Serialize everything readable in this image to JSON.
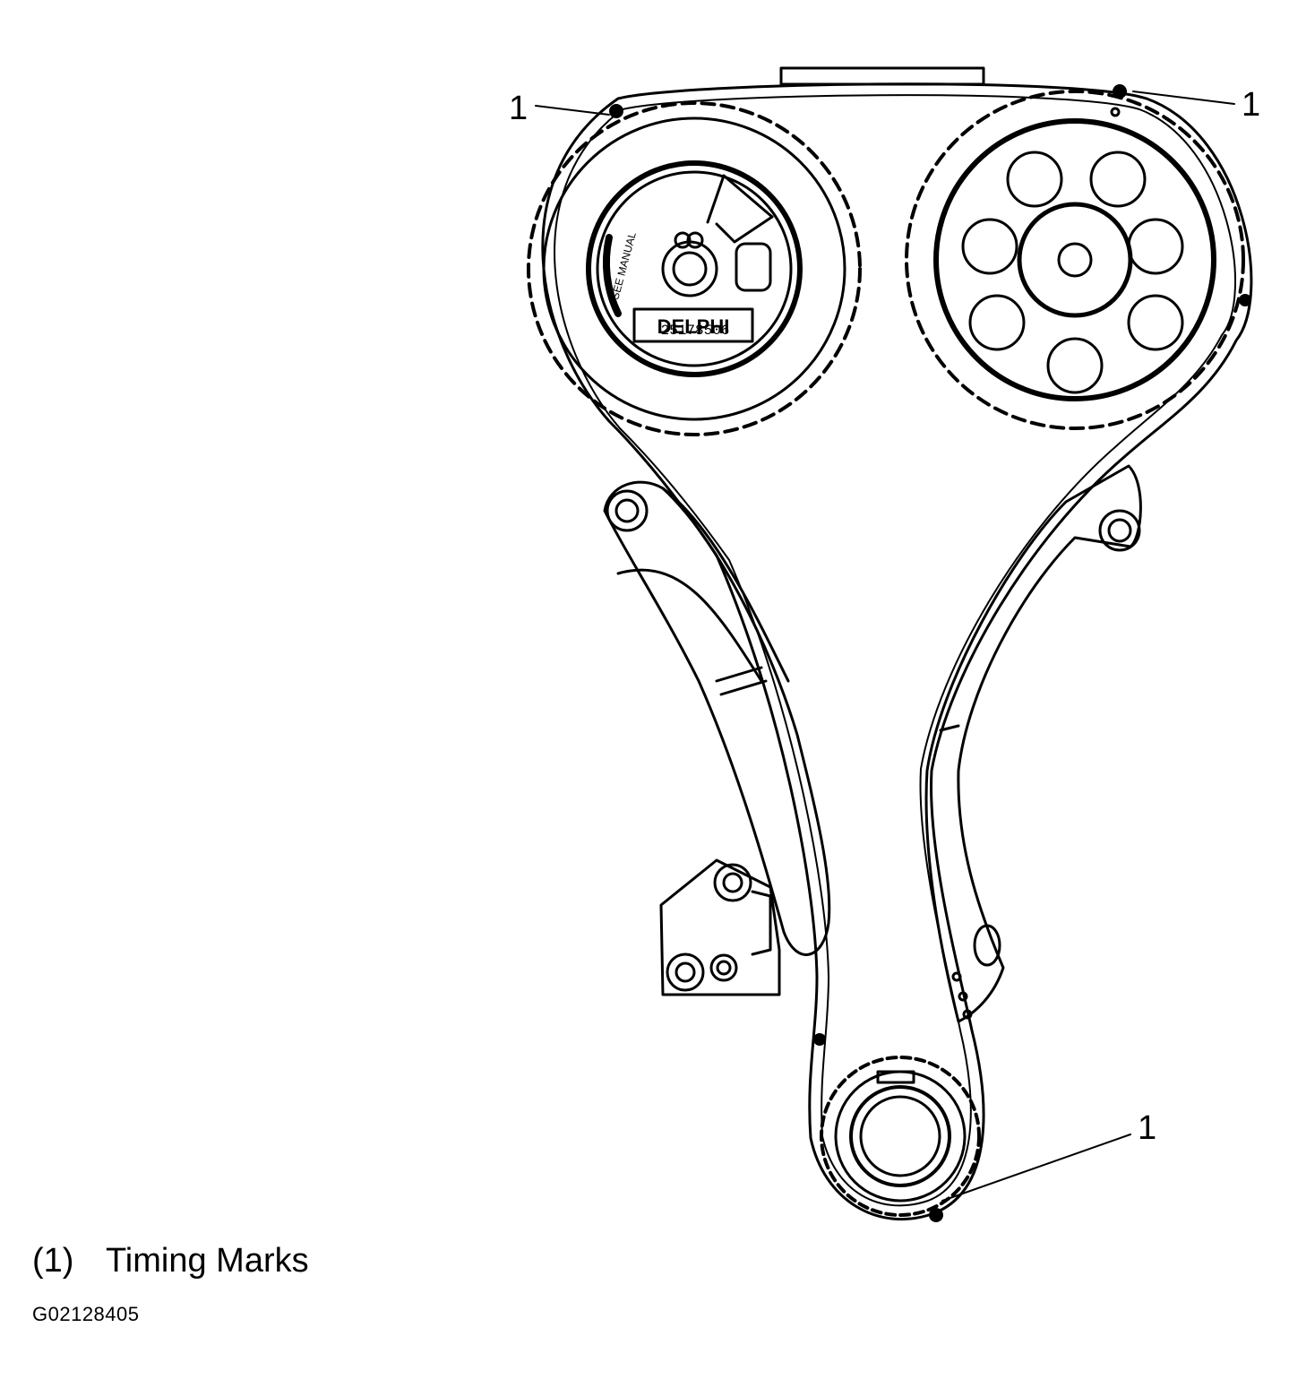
{
  "callouts": {
    "top_left": "1",
    "top_right": "1",
    "bottom_right": "1"
  },
  "legend": {
    "number": "(1)",
    "label": "Timing Marks"
  },
  "figure_id": "G02128405",
  "sprocket_label": {
    "brand": "DELPHI",
    "part_number": "25178506",
    "side_text": "SEE MANUAL"
  }
}
